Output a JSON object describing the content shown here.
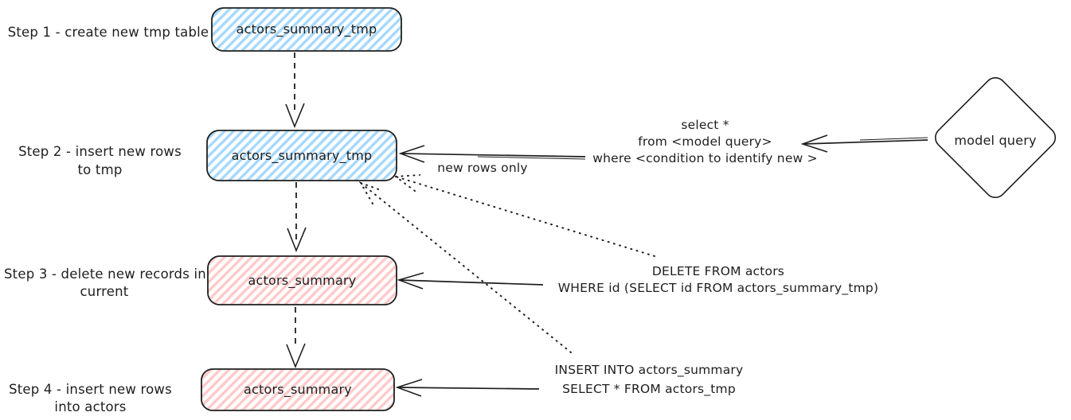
{
  "colors": {
    "stroke": "#1e1e1e",
    "blue_fill": "#a5d8ff",
    "red_fill": "#ffc9c9",
    "background": "#ffffff"
  },
  "steps": {
    "step1": {
      "label": "Step 1 - create new tmp table",
      "node_label": "actors_summary_tmp"
    },
    "step2": {
      "label_line1": "Step 2 - insert new rows",
      "label_line2": "to tmp",
      "node_label": "actors_summary_tmp"
    },
    "step3": {
      "label_line1": "Step 3 - delete new records in",
      "label_line2": "current",
      "node_label": "actors_summary"
    },
    "step4": {
      "label_line1": "Step 4 - insert new rows",
      "label_line2": "into actors",
      "node_label": "actors_summary"
    }
  },
  "model_query": {
    "label": "model query"
  },
  "annotations": {
    "new_rows_only": "new rows only",
    "select_sql": {
      "line1": "select *",
      "line2": "from <model query>",
      "line3": "where <condition to identify new >"
    },
    "delete_sql": {
      "line1": "DELETE FROM actors",
      "line2": "WHERE id (SELECT id FROM actors_summary_tmp)"
    },
    "insert_sql": {
      "line1": "INSERT INTO actors_summary",
      "line2": "SELECT * FROM actors_tmp"
    }
  }
}
